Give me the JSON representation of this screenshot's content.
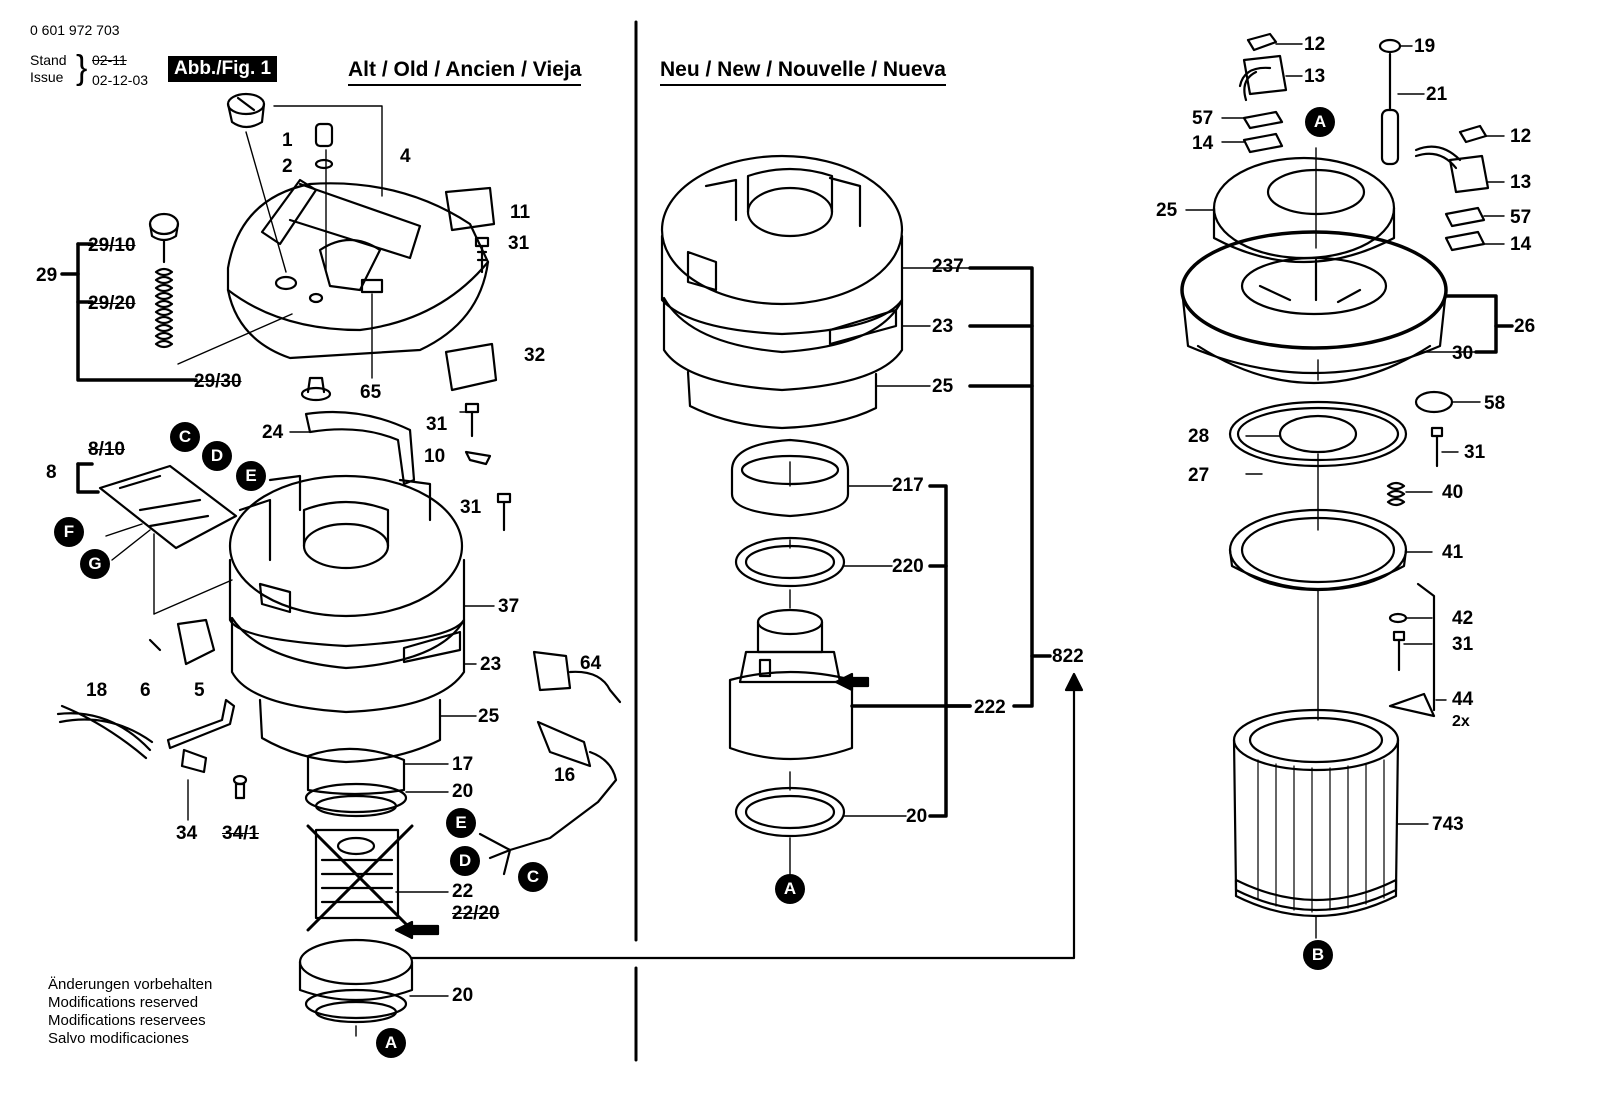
{
  "header": {
    "part_number": "0 601 972 703",
    "stand_label": "Stand",
    "issue_label": "Issue",
    "old_date": "02-11",
    "issue_date": "02-12-03",
    "figure_label": "Abb./Fig. 1"
  },
  "sections": {
    "old": "Alt / Old / Ancien / Vieja",
    "new": "Neu / New / Nouvelle / Nueva"
  },
  "notes": [
    "Änderungen vorbehalten",
    "Modifications reserved",
    "Modifications reservees",
    "Salvo modificaciones"
  ],
  "markers": [
    "A",
    "B",
    "C",
    "D",
    "E",
    "F",
    "G"
  ],
  "old_labels": {
    "p1": "1",
    "p2": "2",
    "p4": "4",
    "p11": "11",
    "p31a": "31",
    "p29": "29",
    "p29_10": "29/10",
    "p29_20": "29/20",
    "p29_30": "29/30",
    "p32": "32",
    "p65": "65",
    "p24": "24",
    "p31b": "31",
    "p10": "10",
    "p8": "8",
    "p8_10": "8/10",
    "p31c": "31",
    "p37": "37",
    "p6": "6",
    "p5": "5",
    "p64": "64",
    "p18": "18",
    "p23": "23",
    "p25": "25",
    "p17": "17",
    "p20a": "20",
    "p16": "16",
    "p34": "34",
    "p34_1": "34/1",
    "p22": "22",
    "p22_20": "22/20",
    "p20b": "20"
  },
  "new_labels": {
    "p237": "237",
    "p23": "23",
    "p25": "25",
    "p217": "217",
    "p220": "220",
    "p822": "822",
    "p222": "222",
    "p20": "20"
  },
  "right_labels": {
    "p12a": "12",
    "p13a": "13",
    "p19": "19",
    "p21": "21",
    "p57a": "57",
    "p14a": "14",
    "p12b": "12",
    "p13b": "13",
    "p25": "25",
    "p57b": "57",
    "p14b": "14",
    "p26": "26",
    "p30": "30",
    "p58": "58",
    "p28": "28",
    "p31a": "31",
    "p27": "27",
    "p40": "40",
    "p41": "41",
    "p42": "42",
    "p31b": "31",
    "p44": "44",
    "p2x": "2x",
    "p743": "743"
  }
}
